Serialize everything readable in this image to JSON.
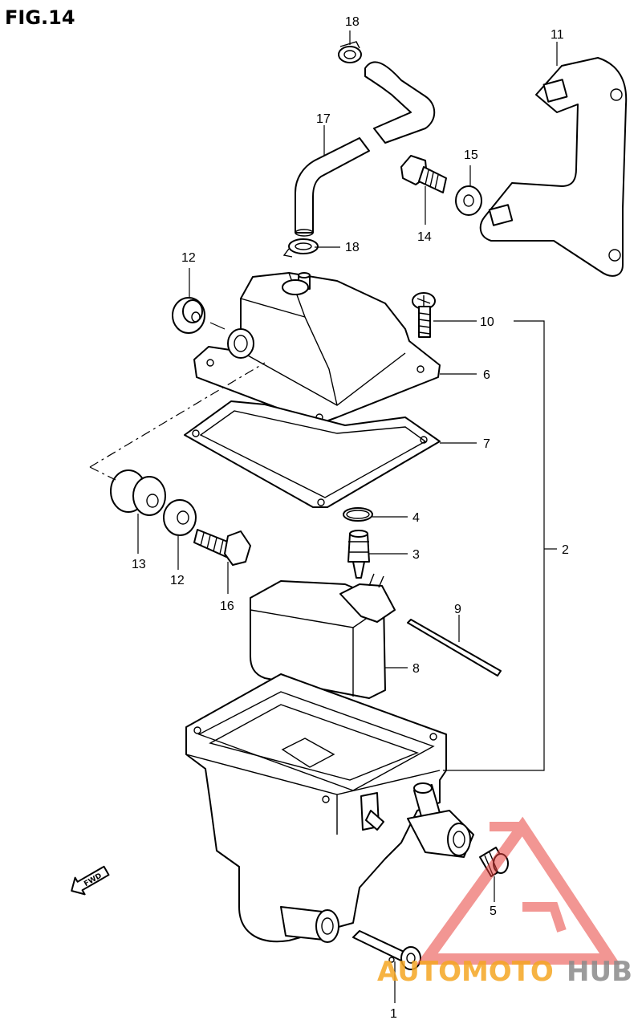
{
  "figure": {
    "title": "FIG.14"
  },
  "callouts": {
    "c1": "1",
    "c2": "2",
    "c3": "3",
    "c4": "4",
    "c5": "5",
    "c6": "6",
    "c7": "7",
    "c8": "8",
    "c9": "9",
    "c10": "10",
    "c11": "11",
    "c12a": "12",
    "c12b": "12",
    "c13": "13",
    "c14": "14",
    "c15": "15",
    "c16": "16",
    "c17": "17",
    "c18a": "18",
    "c18b": "18"
  },
  "direction_marker": {
    "label": "FWD"
  },
  "watermark": {
    "brand_part1": "AUTOMOTO",
    "brand_part2": "HUB",
    "colors": {
      "triangle": "#e8413c",
      "orange": "#f5a623",
      "gray": "#8a8a8a"
    }
  }
}
